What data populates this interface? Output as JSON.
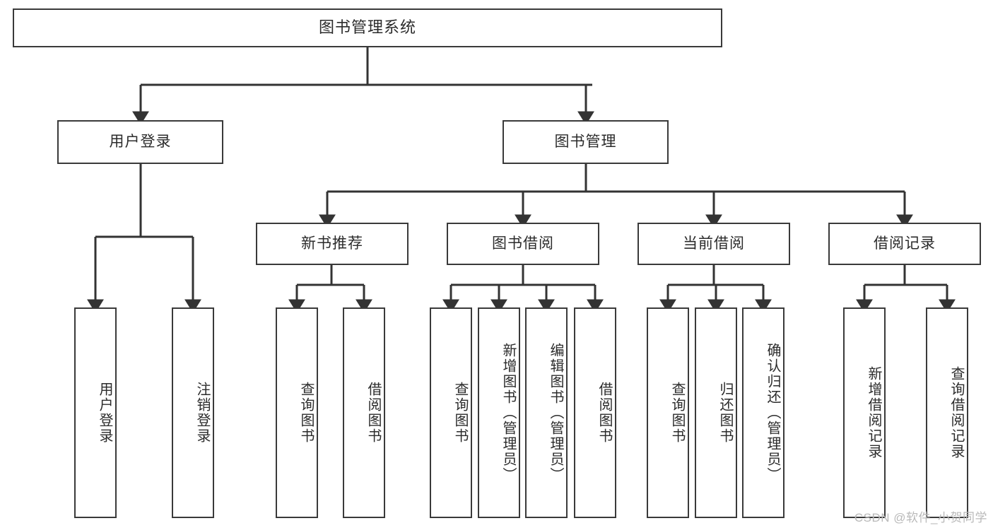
{
  "diagram": {
    "title": "图书管理系统",
    "type": "function-structure-tree",
    "colors": {
      "box_border": "#3a3a3a",
      "box_fill": "#ffffff",
      "edge": "#333333",
      "text": "#2b2b2b",
      "watermark": "#b9b9b9"
    },
    "watermark": "CSDN @软件_小贺同学",
    "root": {
      "label": "图书管理系统"
    },
    "level2": [
      {
        "label": "用户登录"
      },
      {
        "label": "图书管理"
      }
    ],
    "level3": [
      {
        "label": "新书推荐"
      },
      {
        "label": "图书借阅"
      },
      {
        "label": "当前借阅"
      },
      {
        "label": "借阅记录"
      }
    ],
    "leaves": {
      "user_login": [
        {
          "label": "用户登录"
        },
        {
          "label": "注销登录"
        }
      ],
      "new_book_rec": [
        {
          "label": "查询图书"
        },
        {
          "label": "借阅图书"
        }
      ],
      "book_borrow": [
        {
          "label": "查询图书"
        },
        {
          "label": "新增图书（管理员）"
        },
        {
          "label": "编辑图书（管理员）"
        },
        {
          "label": "借阅图书"
        }
      ],
      "current_borrow": [
        {
          "label": "查询图书"
        },
        {
          "label": "归还图书"
        },
        {
          "label": "确认归还（管理员）"
        }
      ],
      "borrow_record": [
        {
          "label": "新增借阅记录"
        },
        {
          "label": "查询借阅记录"
        }
      ]
    }
  }
}
